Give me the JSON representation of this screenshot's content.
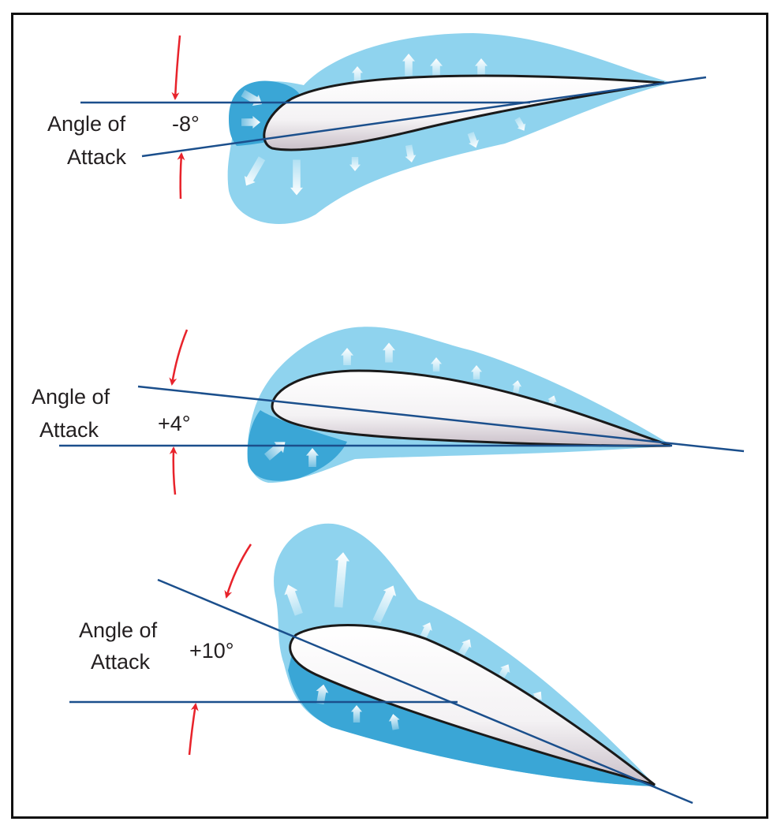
{
  "colors": {
    "flow_light": "#8fd3ee",
    "flow_dark": "#3aa6d6",
    "chord_line": "#1b4f8c",
    "arrow_red": "#e8232b",
    "outline": "#1a1a1a"
  },
  "panels": [
    {
      "label_line1": "Angle of",
      "label_line2": "Attack",
      "angle": "-8°"
    },
    {
      "label_line1": "Angle of",
      "label_line2": "Attack",
      "angle": "+4°"
    },
    {
      "label_line1": "Angle of",
      "label_line2": "Attack",
      "angle": "+10°"
    }
  ]
}
